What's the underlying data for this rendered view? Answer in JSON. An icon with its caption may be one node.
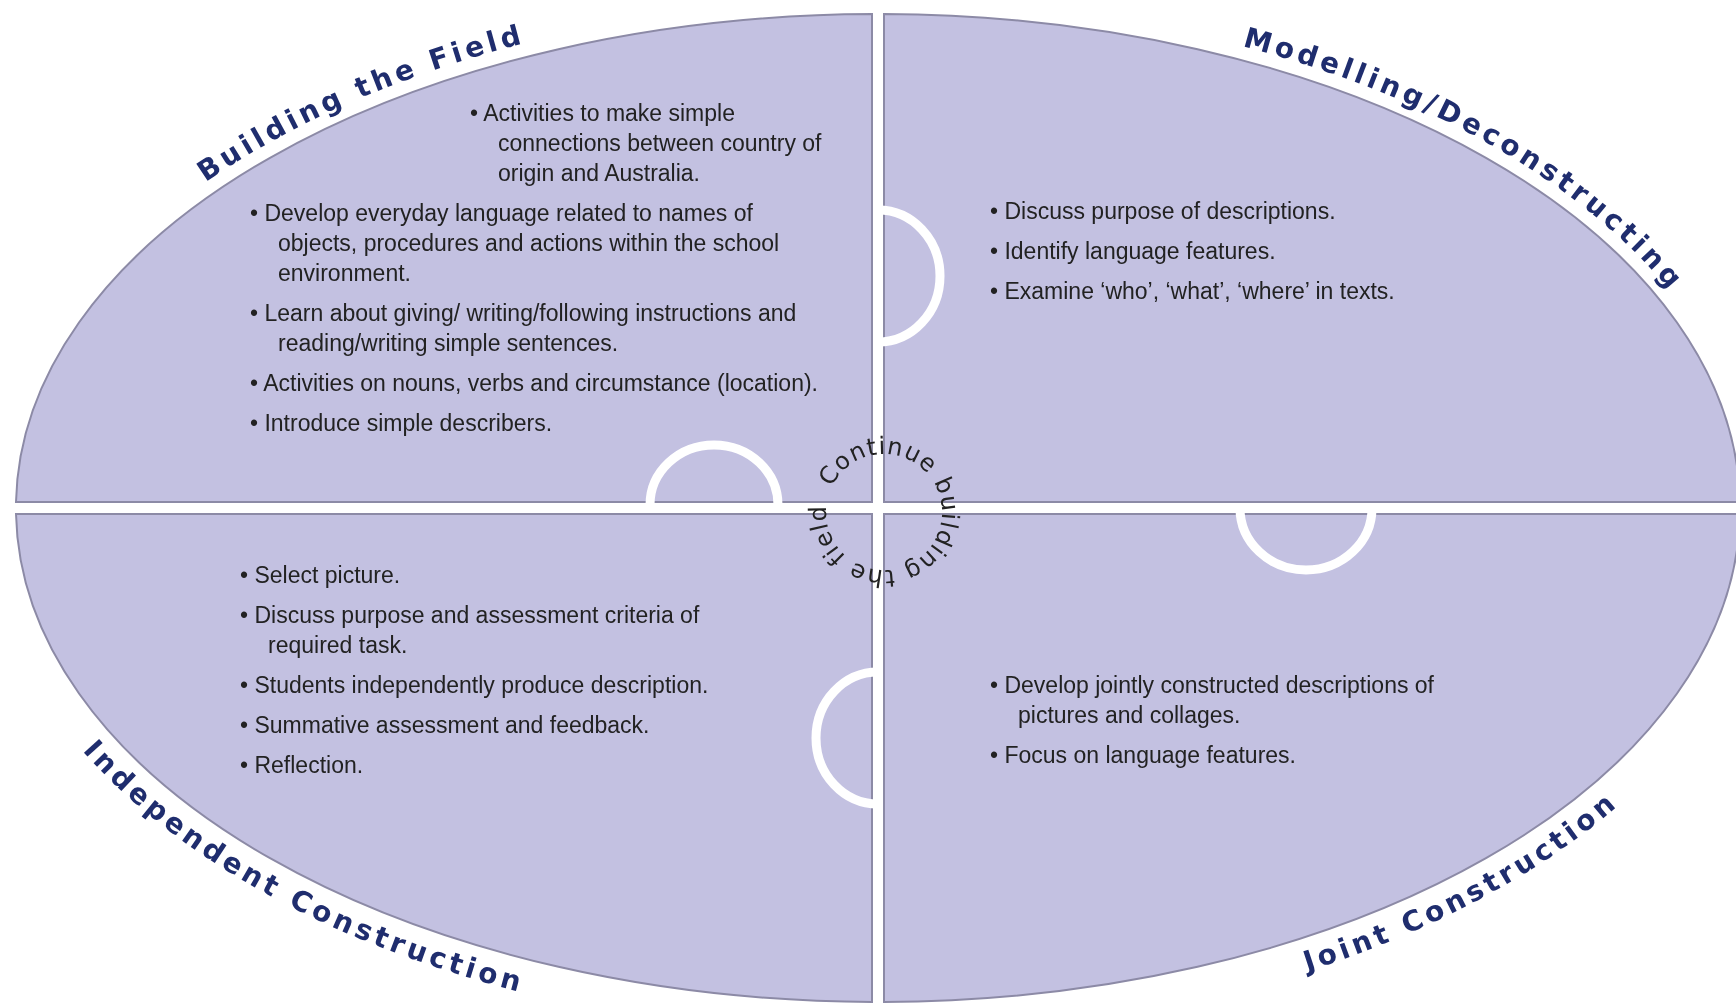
{
  "diagram": {
    "nodes": [
      {
        "text": [
          "Building the Field",
          "• Activities to make simple connections between country of origin and Australia.",
          "• Develop everyday language related to names of objects, procedures and actions within the school environment.",
          "• Learn about giving/ writing/following instructions and reading/writing simple sentences.",
          "• Activities on nouns, verbs and circumstance (location).",
          "• Introduce simple describers."
        ]
      },
      {
        "text": [
          "Modelling/Deconstructing",
          "• Discuss purpose of descriptions.",
          "• Identify language features.",
          "• Examine ‘who’, ‘what’, ‘where’ in texts."
        ]
      },
      {
        "text": [
          "• Select picture.",
          "• Discuss purpose and assessment criteria of required task.",
          "• Students independently produce description.",
          "• Summative assessment and feedback.",
          "• Reflection.",
          "Independent Construction"
        ]
      },
      {
        "text": [
          "• Develop jointly constructed descriptions of pictures and collages.",
          "• Focus on language features.",
          "Joint Construction"
        ]
      }
    ],
    "labels": [
      "Continue building the field"
    ]
  }
}
